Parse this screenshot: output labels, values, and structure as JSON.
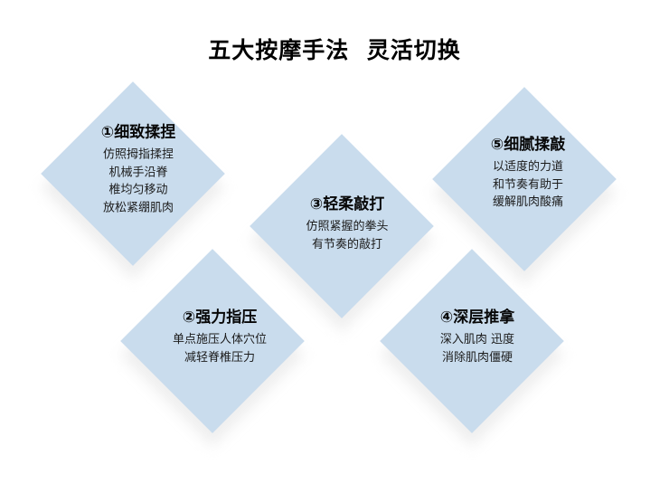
{
  "page": {
    "title": "五大按摩手法  灵活切换",
    "background_color": "#ffffff"
  },
  "style": {
    "diamond_fill": "#c9dced",
    "shadow_color": "#e2e2e2",
    "heading_color": "#070707",
    "body_color": "#1b1b1b"
  },
  "cards": [
    {
      "number": "①",
      "heading": "①细致揉捏",
      "title": "细致揉捏",
      "body": "仿照拇指揉捏\n机械手沿脊\n椎均匀移动\n放松紧绷肌肉"
    },
    {
      "number": "②",
      "heading": "②强力指压",
      "title": "强力指压",
      "body": "单点施压人体穴位\n减轻脊椎压力"
    },
    {
      "number": "③",
      "heading": "③轻柔敲打",
      "title": "轻柔敲打",
      "body": "仿照紧握的拳头\n有节奏的敲打"
    },
    {
      "number": "④",
      "heading": "④深层推拿",
      "title": "深层推拿",
      "body": "深入肌肉 迅度\n消除肌肉僵硬"
    },
    {
      "number": "⑤",
      "heading": "⑤细腻揉敲",
      "title": "细腻揉敲",
      "body": "以适度的力道\n和节奏有助于\n缓解肌肉酸痛"
    }
  ]
}
